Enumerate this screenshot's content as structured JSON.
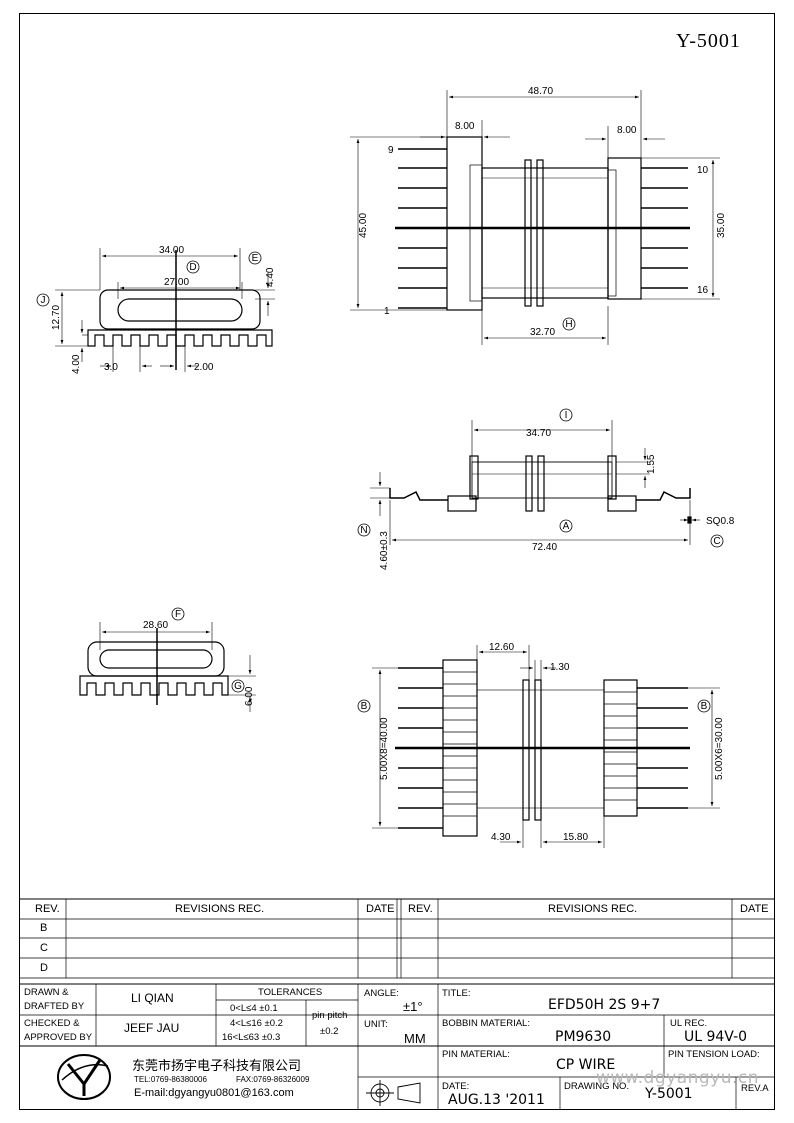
{
  "header": {
    "drawing_number": "Y-5001"
  },
  "dimensions": {
    "top_overall": "48.70",
    "top_left_flange": "8.00",
    "top_right_flange": "8.00",
    "height_left": "45.00",
    "height_right": "35.00",
    "winding_width": "32.70",
    "pin_9": "9",
    "pin_1": "1",
    "pin_10": "10",
    "pin_16": "16",
    "end_34": "34.00",
    "end_27": "27.00",
    "end_440": "4.40",
    "end_1270": "12.70",
    "end_400": "4.00",
    "end_30": "3.0",
    "end_200": "2.00",
    "side_3470": "34.70",
    "side_155": "1.55",
    "side_7240": "72.40",
    "side_460": "4.60±0.3",
    "side_sq": "SQ0.8",
    "bot_2860": "28.60",
    "bot_600": "6.00",
    "btm_1260": "12.60",
    "btm_130": "1.30",
    "btm_4000": "5.00X8=40.00",
    "btm_3000": "5.00X6=30.00",
    "btm_430": "4.30",
    "btm_1580": "15.80",
    "ref_A": "A",
    "ref_B": "B",
    "ref_C": "C",
    "ref_D": "D",
    "ref_E": "E",
    "ref_F": "F",
    "ref_G": "G",
    "ref_H": "H",
    "ref_I": "I",
    "ref_J": "J",
    "ref_N": "N"
  },
  "revisions": {
    "col_rev": "REV.",
    "col_revisions": "REVISIONS    REC.",
    "col_date": "DATE",
    "rows": [
      "B",
      "C",
      "D"
    ]
  },
  "titleblock": {
    "drawn_label": "DRAWN &",
    "drafted_label": "DRAFTED BY",
    "drawn_name": "LI QIAN",
    "checked_label": "CHECKED &",
    "approved_label": "APPROVED BY",
    "checked_name": "JEEF JAU",
    "tolerances_label": "TOLERANCES",
    "tol_1": "0<L≤4    ±0.1",
    "tol_2": "4<L≤16  ±0.2",
    "tol_3": "16<L≤63  ±0.3",
    "pin_pitch_label": "pin pitch",
    "pin_pitch_value": "±0.2",
    "angle_label": "ANGLE:",
    "angle_value": "±1°",
    "unit_label": "UNIT:",
    "unit_value": "MM",
    "title_label": "TITLE:",
    "title_value": "EFD50H 2S 9+7",
    "bobbin_label": "BOBBIN MATERIAL:",
    "bobbin_value": "PM9630",
    "ul_label": "UL REC.",
    "ul_value": "UL 94V-0",
    "pin_mat_label": "PIN MATERIAL:",
    "pin_mat_value": "CP WIRE",
    "pin_tension_label": "PIN TENSION LOAD:",
    "date_label": "DATE:",
    "date_value": "AUG.13 '2011",
    "dwg_no_label": "DRAWING NO.",
    "dwg_no_value": "Y-5001",
    "rev_label": "REV.A",
    "company_name": "东莞市扬宇电子科技有限公司",
    "tel": "TEL:0769-86380006",
    "fax": "FAX:0769-86326009",
    "email": "E-mail:dgyangyu0801@163.com",
    "watermark": "www.dgyangyu.cn"
  }
}
